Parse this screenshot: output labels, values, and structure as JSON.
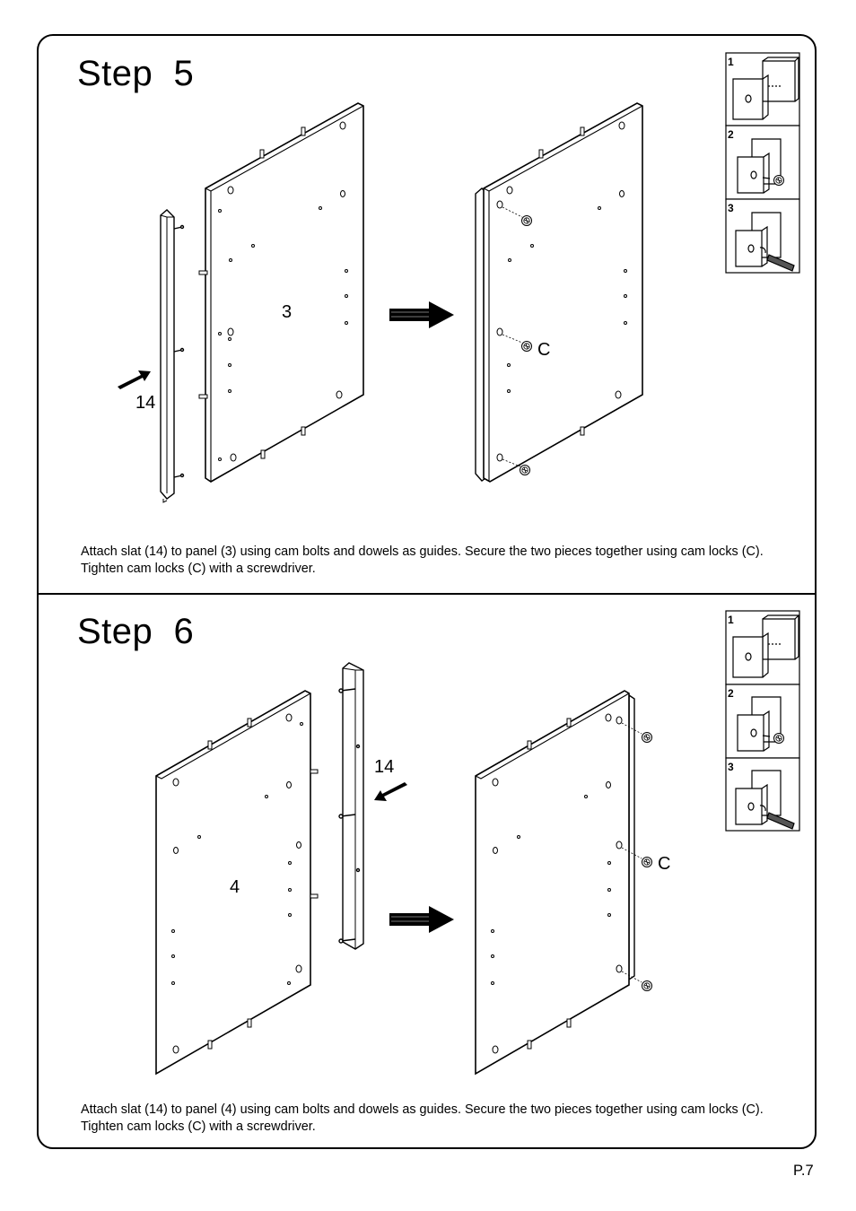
{
  "steps": [
    {
      "title": "Step  5",
      "panel_label": "3",
      "slat_label": "14",
      "cam_label": "C",
      "detail_numbers": [
        "1",
        "2",
        "3"
      ],
      "description": "Attach slat (14) to panel (3) using cam bolts and dowels as guides. Secure the two pieces together using cam locks (C). Tighten cam locks (C) with a screwdriver."
    },
    {
      "title": "Step  6",
      "panel_label": "4",
      "slat_label": "14",
      "cam_label": "C",
      "detail_numbers": [
        "1",
        "2",
        "3"
      ],
      "description": "Attach slat (14) to panel (4) using cam bolts and dowels as guides. Secure the two pieces together using cam locks (C). Tighten cam locks (C) with a screwdriver."
    }
  ],
  "page_number": "P.7"
}
